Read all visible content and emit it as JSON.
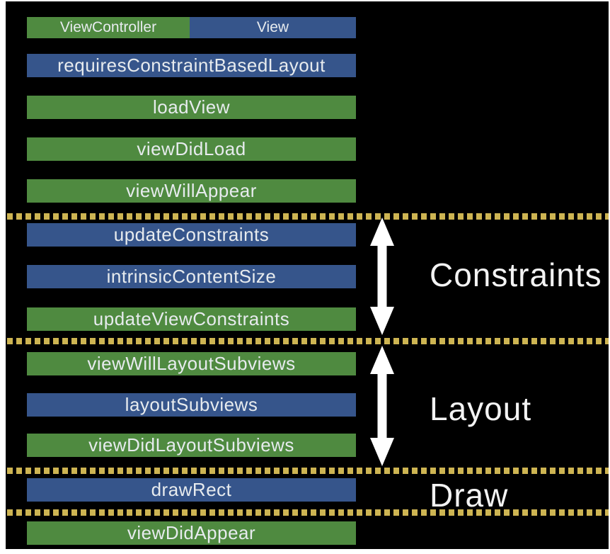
{
  "colors": {
    "viewcontroller_green": "#4f8a40",
    "view_blue": "#36558b",
    "separator_yellow": "#cdb452",
    "arrow_white": "#ffffff",
    "label_white": "#f3f3f3",
    "bar_text": "#e7ebee",
    "background": "#000000",
    "frame_white": "#ffffff"
  },
  "legend": {
    "viewcontroller": "ViewController",
    "view": "View"
  },
  "phases": {
    "setup": {
      "bars": [
        {
          "label": "requiresConstraintBasedLayout",
          "owner": "view"
        },
        {
          "label": "loadView",
          "owner": "viewcontroller"
        },
        {
          "label": "viewDidLoad",
          "owner": "viewcontroller"
        },
        {
          "label": "viewWillAppear",
          "owner": "viewcontroller"
        }
      ]
    },
    "constraints": {
      "label": "Constraints",
      "bars": [
        {
          "label": "updateConstraints",
          "owner": "view"
        },
        {
          "label": "intrinsicContentSize",
          "owner": "view"
        },
        {
          "label": "updateViewConstraints",
          "owner": "viewcontroller"
        }
      ]
    },
    "layout": {
      "label": "Layout",
      "bars": [
        {
          "label": "viewWillLayoutSubviews",
          "owner": "viewcontroller"
        },
        {
          "label": "layoutSubviews",
          "owner": "view"
        },
        {
          "label": "viewDidLayoutSubviews",
          "owner": "viewcontroller"
        }
      ]
    },
    "draw": {
      "label": "Draw",
      "bars": [
        {
          "label": "drawRect",
          "owner": "view"
        }
      ]
    },
    "appear": {
      "bars": [
        {
          "label": "viewDidAppear",
          "owner": "viewcontroller"
        }
      ]
    }
  }
}
